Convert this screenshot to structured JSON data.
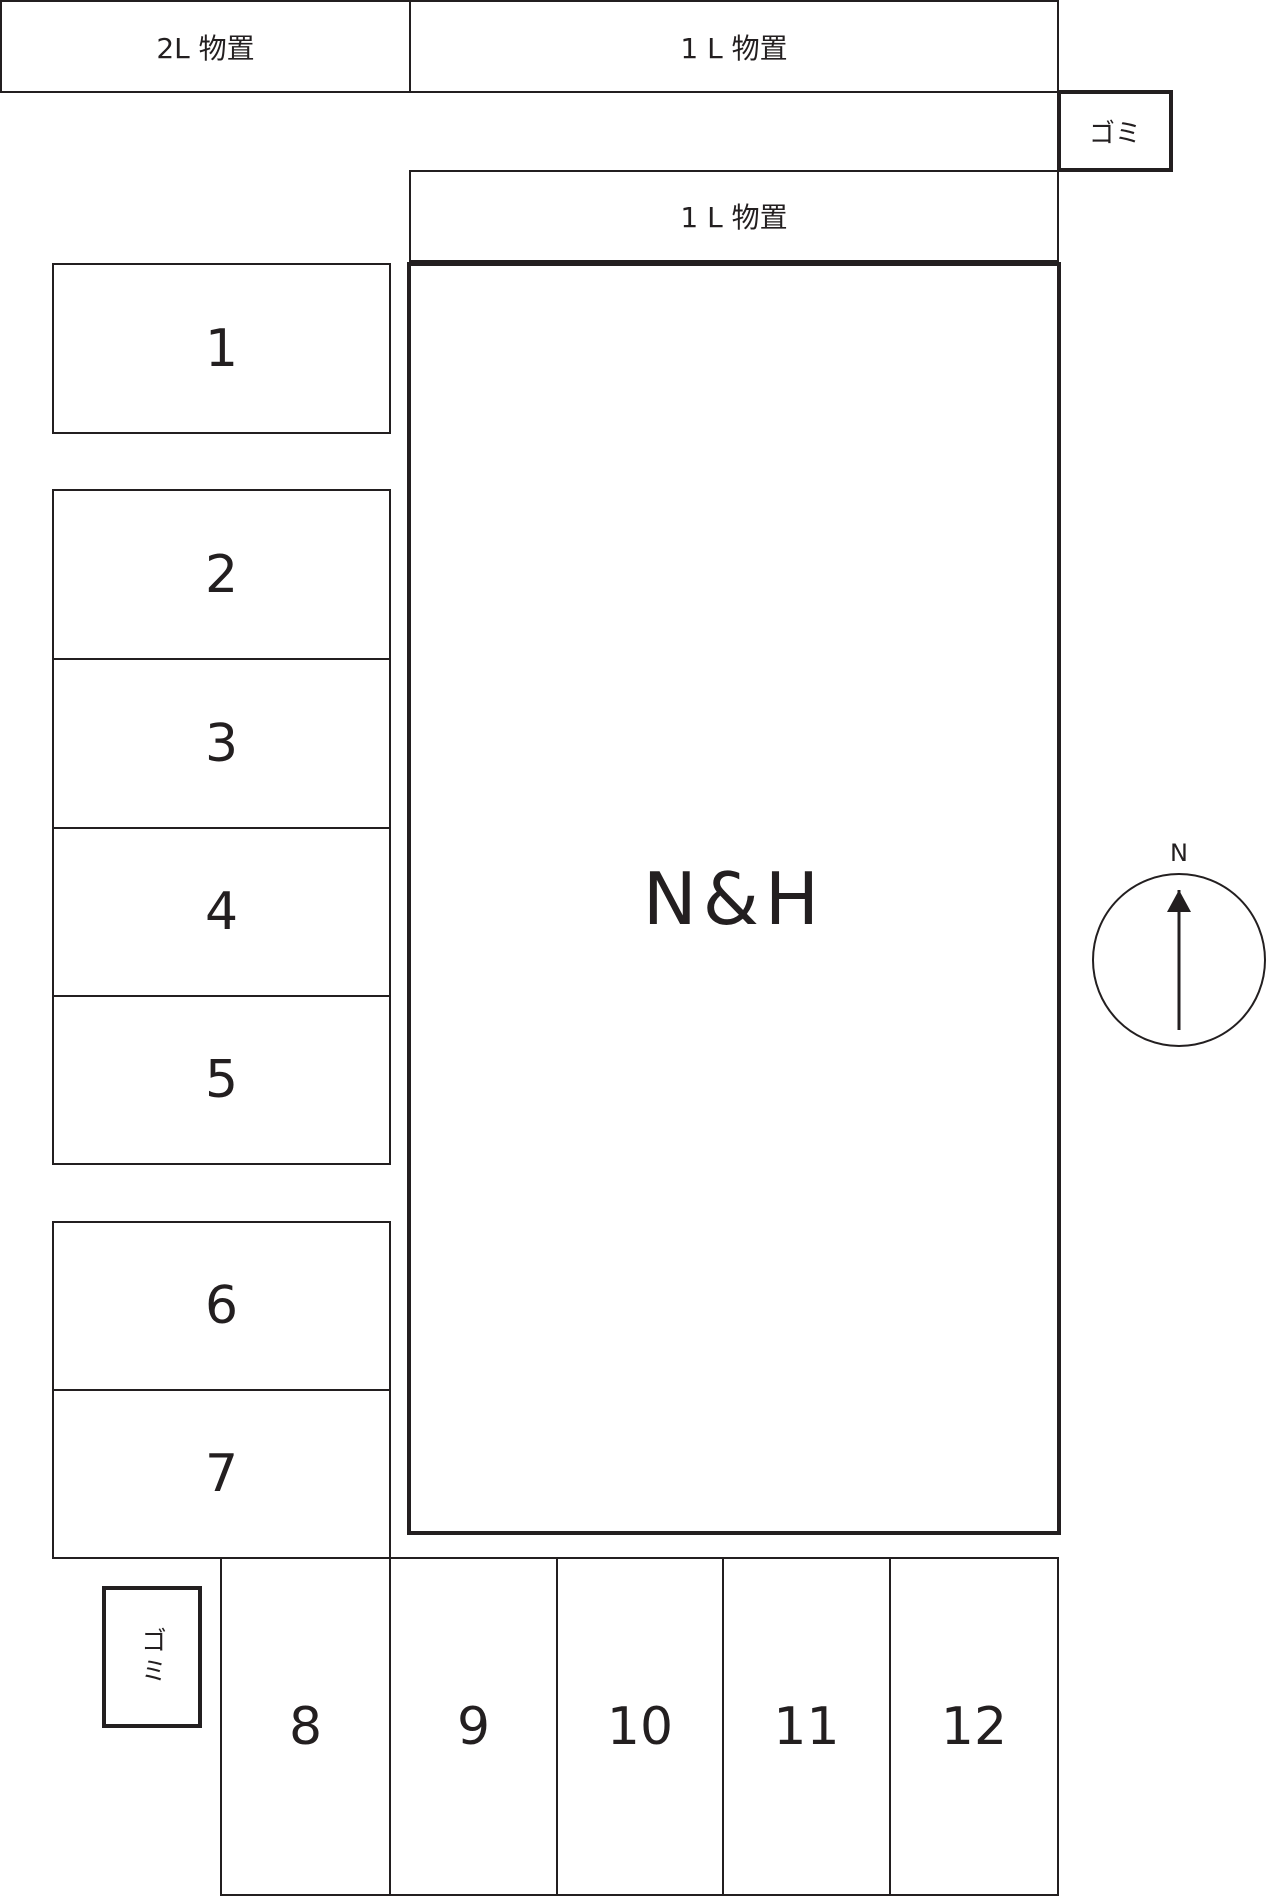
{
  "storage": {
    "top_left": "2L 物置",
    "top_right": "1 L 物置",
    "second_row": "1 L 物置"
  },
  "garbage": {
    "top": "ゴミ",
    "bottom": "ゴミ"
  },
  "building": {
    "label": "N&H"
  },
  "parking_left": [
    "1",
    "2",
    "3",
    "4",
    "5",
    "6",
    "7"
  ],
  "parking_bottom": [
    "8",
    "9",
    "10",
    "11",
    "12"
  ],
  "compass": {
    "label": "N",
    "direction": "north-up"
  },
  "colors": {
    "line": "#231f20",
    "background": "#ffffff"
  }
}
